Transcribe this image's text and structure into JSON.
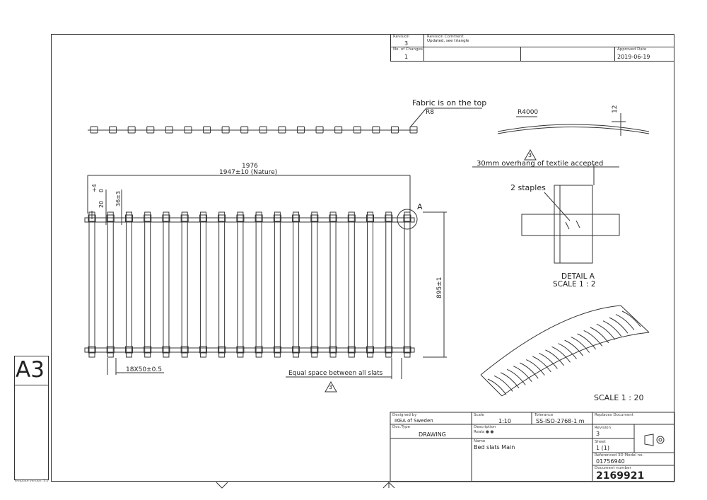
{
  "revision_block": {
    "revision_label": "Revision",
    "revision_value": "3",
    "comment_label": "Revision Comment",
    "comment_value": "Updated, see triangle",
    "changes_label": "No. of Changes",
    "changes_value": "1",
    "approved_label": "Approved Date",
    "approved_value": "2019-06-19"
  },
  "annotations": {
    "fabric_note": "Fabric is on the top",
    "r8": "R8",
    "r4000": "R4000",
    "dim_12": "12",
    "tri_1": "3",
    "overhang_note": "30mm overhang of textile accepted",
    "staples_note": "2 staples",
    "detail_title": "DETAIL A",
    "detail_scale": "SCALE 1 : 2",
    "dim_1976": "1976",
    "dim_1947": "1947±10 (Nature)",
    "dim_4_0_top": "+4",
    "dim_4_0_bottom": "0",
    "dim_20": "20",
    "dim_36": "36±3",
    "label_a": "A",
    "dim_895": "895±1",
    "dim_slat": "18X50±0.5",
    "equal_space": "Equal space between all slats",
    "tri_2": "3",
    "scale_iso": "SCALE 1 : 20"
  },
  "sheet_size": "A3",
  "template_version": "Template version: 3.0",
  "title_block": {
    "designed_label": "Designed by",
    "designed_value": "IKEA of Sweden",
    "scale_label": "Scale",
    "scale_value": "1:10",
    "tolerance_label": "Tolerance",
    "tolerance_value": "SS-ISO-2768-1 m",
    "replaces_label": "Replaces Document",
    "doctype_label": "Doc.Type",
    "doctype_value": "DRAWING",
    "description_label": "Description",
    "description_value": "Reala ● ●",
    "revision_label": "Revision",
    "revision_value": "3",
    "name_label": "Name",
    "name_value": "Bed slats Main",
    "sheet_label": "Sheet",
    "sheet_value": "1 (1)",
    "ref_label": "Referenced 3D Model no.",
    "ref_value": "01756940",
    "docnum_label": "Document number",
    "docnum_value": "2169921"
  }
}
